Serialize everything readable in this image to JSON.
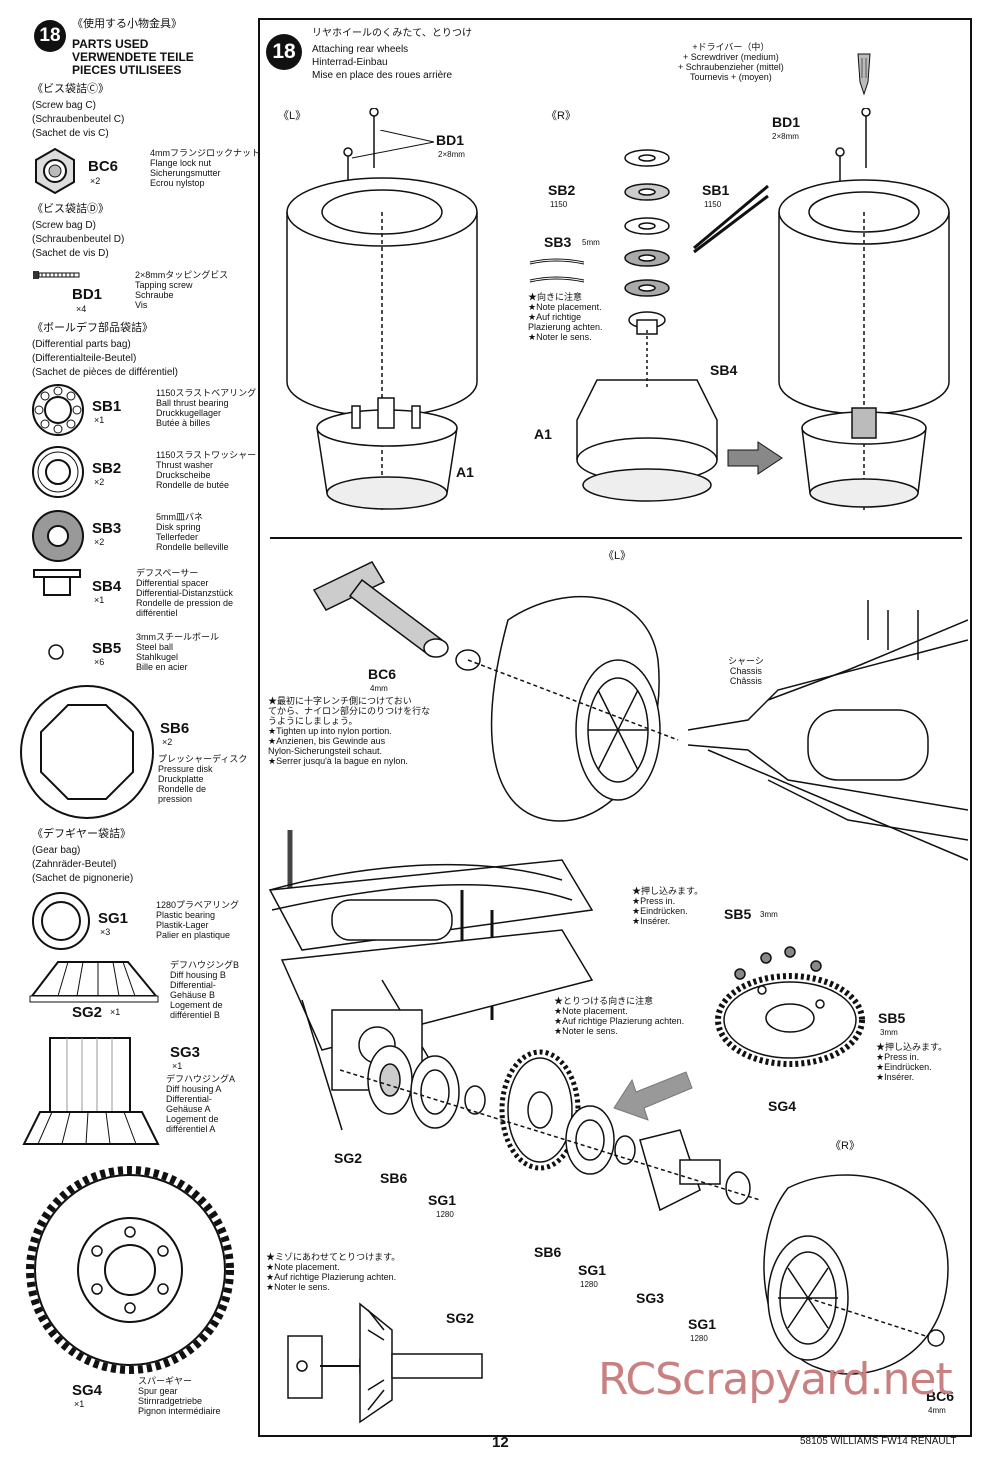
{
  "left_column": {
    "step_number": "18",
    "title_jp": "《使用する小物金具》",
    "title_en": "PARTS USED",
    "title_de": "VERWENDETE TEILE",
    "title_fr": "PIECES UTILISEES",
    "bag_c": {
      "jp": "《ビス袋詰Ⓒ》",
      "en": "(Screw bag C)",
      "de": "(Schraubenbeutel C)",
      "fr": "(Sachet de vis C)"
    },
    "bag_d": {
      "jp": "《ビス袋詰Ⓓ》",
      "en": "(Screw bag D)",
      "de": "(Schraubenbeutel D)",
      "fr": "(Sachet de vis D)"
    },
    "bag_diff": {
      "jp": "《ボールデフ部品袋詰》",
      "en": "(Differential parts bag)",
      "de": "(Differentialteile-Beutel)",
      "fr": "(Sachet de pièces de différentiel)"
    },
    "bag_gear": {
      "jp": "《デフギヤー袋詰》",
      "en": "(Gear bag)",
      "de": "(Zahnräder-Beutel)",
      "fr": "(Sachet de pignonerie)"
    },
    "parts": {
      "bc6": {
        "code": "BC6",
        "qty": "×2",
        "desc": "4mmフランジロックナット\nFlange lock nut\nSicherungsmutter\nEcrou nylstop"
      },
      "bd1": {
        "code": "BD1",
        "qty": "×4",
        "desc": "2×8mmタッピングビス\nTapping screw\nSchraube\nVis"
      },
      "sb1": {
        "code": "SB1",
        "qty": "×1",
        "desc": "1150スラストベアリング\nBall thrust bearing\nDruckkugellager\nButée à billes"
      },
      "sb2": {
        "code": "SB2",
        "qty": "×2",
        "desc": "1150スラストワッシャー\nThrust washer\nDruckscheibe\nRondelle de butée"
      },
      "sb3": {
        "code": "SB3",
        "qty": "×2",
        "desc": "5mm皿バネ\nDisk spring\nTellerfeder\nRondelle belleville"
      },
      "sb4": {
        "code": "SB4",
        "qty": "×1",
        "desc": "デフスペーサー\nDifferential spacer\nDifferential-Distanzstück\nRondelle de pression de\ndifférentiel"
      },
      "sb5": {
        "code": "SB5",
        "qty": "×6",
        "desc": "3mmスチールボール\nSteel ball\nStahlkugel\nBille en acier"
      },
      "sb6": {
        "code": "SB6",
        "qty": "×2",
        "desc": "プレッシャーディスク\nPressure disk\nDruckplatte\nRondelle de\npression"
      },
      "sg1": {
        "code": "SG1",
        "qty": "×3",
        "desc": "1280プラベアリング\nPlastic bearing\nPlastik-Lager\nPalier en plastique"
      },
      "sg2": {
        "code": "SG2",
        "qty": "×1",
        "desc": "デフハウジングB\nDiff housing B\nDifferential-\nGehäuse B\nLogement de\ndifférentiel B"
      },
      "sg3": {
        "code": "SG3",
        "qty": "×1",
        "desc": "デフハウジングA\nDiff housing A\nDifferential-\nGehäuse A\nLogement de\ndifférentiel A"
      },
      "sg4": {
        "code": "SG4",
        "qty": "×1",
        "desc": "スパーギヤー\nSpur gear\nStirnradgetriebe\nPignon intermédiaire"
      }
    }
  },
  "right_panel": {
    "step_number": "18",
    "title_jp": "リヤホイールのくみたて、とりつけ",
    "title_en": "Attaching rear wheels",
    "title_de": "Hinterrad-Einbau",
    "title_fr": "Mise en place des roues arrière",
    "tool_note": "+ドライバー（中）\n+ Screwdriver (medium)\n+ Schraubenzieher (mittel)\nTournevis + (moyen)",
    "left_label": "《L》",
    "right_label": "《R》",
    "direction_note": "★向きに注意\n★Note placement.\n★Auf richtige\n  Plazierung achten.\n★Noter le sens.",
    "tighten_note": "★最初に十字レンチ側につけておい\n  てから、ナイロン部分にのりつけを行な\n  うようにしましょう。\n★Tighten up into nylon portion.\n★Anzienen, bis Gewinde aus\n  Nylon-Sicherungsteil schaut.\n★Serrer jusqu'à la bague en nylon.",
    "chassis_label": "シャーシ\nChassis\nChâssis",
    "press_note": "★押し込みます。\n★Press in.\n★Eindrücken.\n★Insérer.",
    "attach_note": "★とりつける向きに注意\n★Note placement.\n★Auf richtige Plazierung achten.\n★Noter le sens.",
    "groove_note": "★ミゾにあわせてとりつけます。\n★Note placement.\n★Auf richtige Plazierung achten.\n★Noter le sens.",
    "press_note2": "★押し込みます。\n★Press in.\n★Eindrücken.\n★Insérer.",
    "callouts": {
      "bd1": "BD1",
      "bd1_size": "2×8mm",
      "a1": "A1",
      "sb1": "SB1",
      "sb2": "SB2",
      "sb3": "SB3",
      "sb4": "SB4",
      "sb5": "SB5",
      "sb6": "SB6",
      "sg1": "SG1",
      "sg2": "SG2",
      "sg3": "SG3",
      "sg4": "SG4",
      "bc6": "BC6",
      "size_1150": "1150",
      "size_1280": "1280",
      "size_3mm": "3mm",
      "size_4mm": "4mm",
      "size_5mm": "5mm"
    }
  },
  "footer": {
    "page_number": "12",
    "product": "58105 WILLIAMS FW14 RENAULT",
    "watermark": "RCScrapyard.net"
  }
}
